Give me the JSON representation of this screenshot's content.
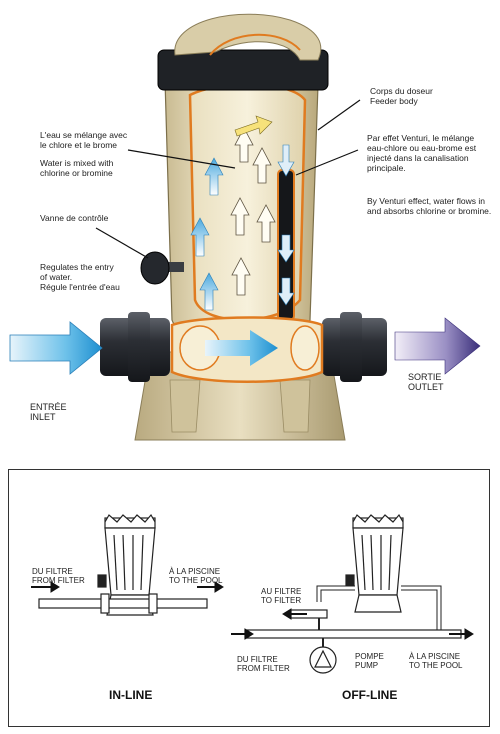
{
  "top": {
    "mix_fr": "L'eau se mélange avec\nle chlore et le brome",
    "mix_en": "Water is mixed with\nchlorine or bromine",
    "valve_fr": "Vanne de contrôle",
    "valve_en": "Regulates the entry\nof water.\nRégule l'entrée d'eau",
    "body_label": "Corps du doseur\nFeeder body",
    "venturi_fr": "Par effet Venturi, le mélange\neau-chlore ou eau-brome est\ninjecté dans la canalisation\nprincipale.",
    "venturi_en": "By Venturi effect, water flows in\nand absorbs chlorine or bromine.",
    "inlet": "ENTRÉE\nINLET",
    "outlet": "SORTIE\nOUTLET"
  },
  "bottom": {
    "inline": {
      "from_filter": "DU FILTRE\nFROM FILTER",
      "to_pool": "À LA PISCINE\nTO THE POOL",
      "title": "IN-LINE"
    },
    "offline": {
      "to_filter": "AU FILTRE\nTO FILTER",
      "from_filter": "DU FILTRE\nFROM FILTER",
      "pump": "POMPE\nPUMP",
      "to_pool": "À LA PISCINE\nTO THE POOL",
      "title": "OFF-LINE"
    }
  }
}
